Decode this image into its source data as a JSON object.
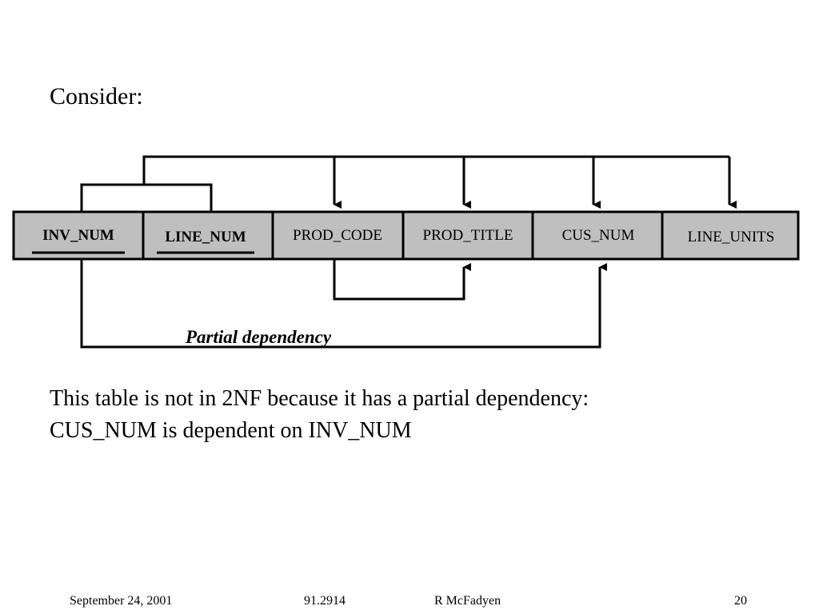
{
  "slide": {
    "intro": "Consider:",
    "columns": [
      {
        "label": "INV_NUM",
        "key": true
      },
      {
        "label": "LINE_NUM",
        "key": true
      },
      {
        "label": "PROD_CODE",
        "key": false
      },
      {
        "label": "PROD_TITLE",
        "key": false
      },
      {
        "label": "CUS_NUM",
        "key": false
      },
      {
        "label": "LINE_UNITS",
        "key": false
      }
    ],
    "dependency_label": "Partial dependency",
    "explanation_line1": "This table is not in 2NF because it has a partial dependency:",
    "explanation_line2": "CUS_NUM is dependent on INV_NUM"
  },
  "colors": {
    "cell_fill": "#bfbfbf",
    "stroke": "#000000"
  },
  "footer": {
    "date": "September 24, 2001",
    "course": "91.2914",
    "author": "R McFadyen",
    "page": "20"
  }
}
